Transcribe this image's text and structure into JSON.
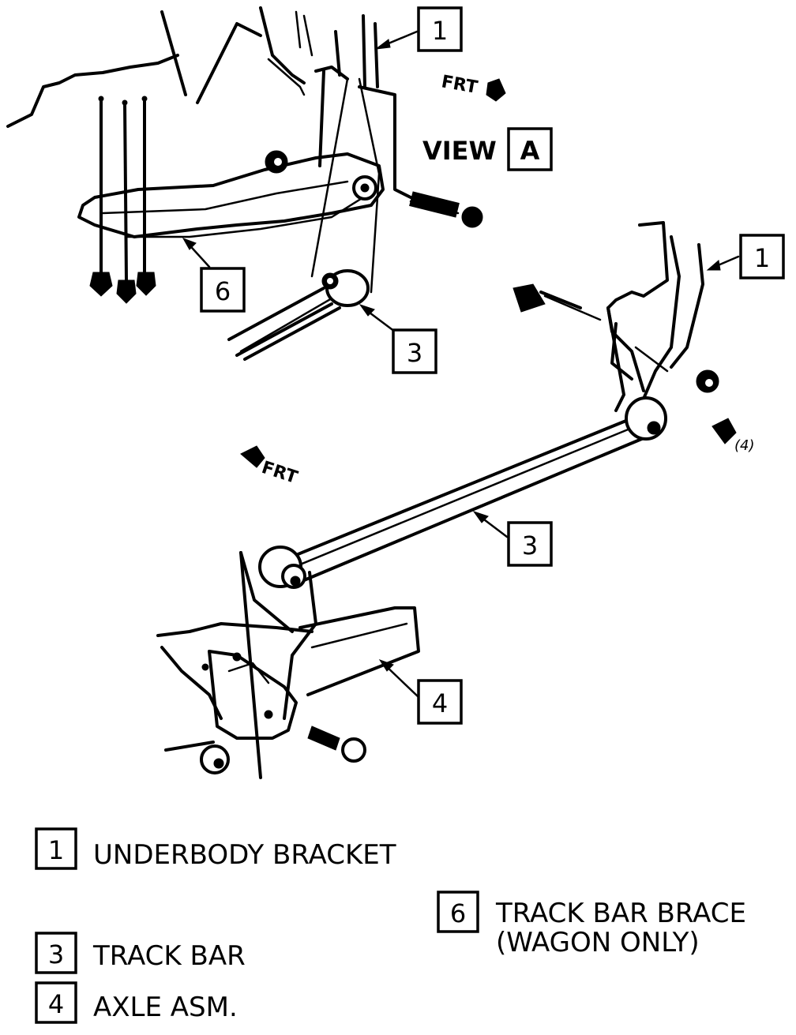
{
  "callouts": {
    "view_a_bracket": "1",
    "view_a_track_bar": "3",
    "view_a_brace": "6",
    "main_bracket": "1",
    "main_track_bar": "3",
    "main_axle": "4"
  },
  "view_label": {
    "word": "VIEW",
    "letter": "A"
  },
  "frt_top": "FRT",
  "frt_main": "FRT",
  "ref_mark": "(4)",
  "legend": [
    {
      "num": "1",
      "text": "UNDERBODY BRACKET"
    },
    {
      "num": "3",
      "text": "TRACK BAR"
    },
    {
      "num": "4",
      "text": "AXLE ASM."
    },
    {
      "num": "6",
      "text": "TRACK BAR BRACE",
      "text2": "(WAGON ONLY)"
    }
  ]
}
